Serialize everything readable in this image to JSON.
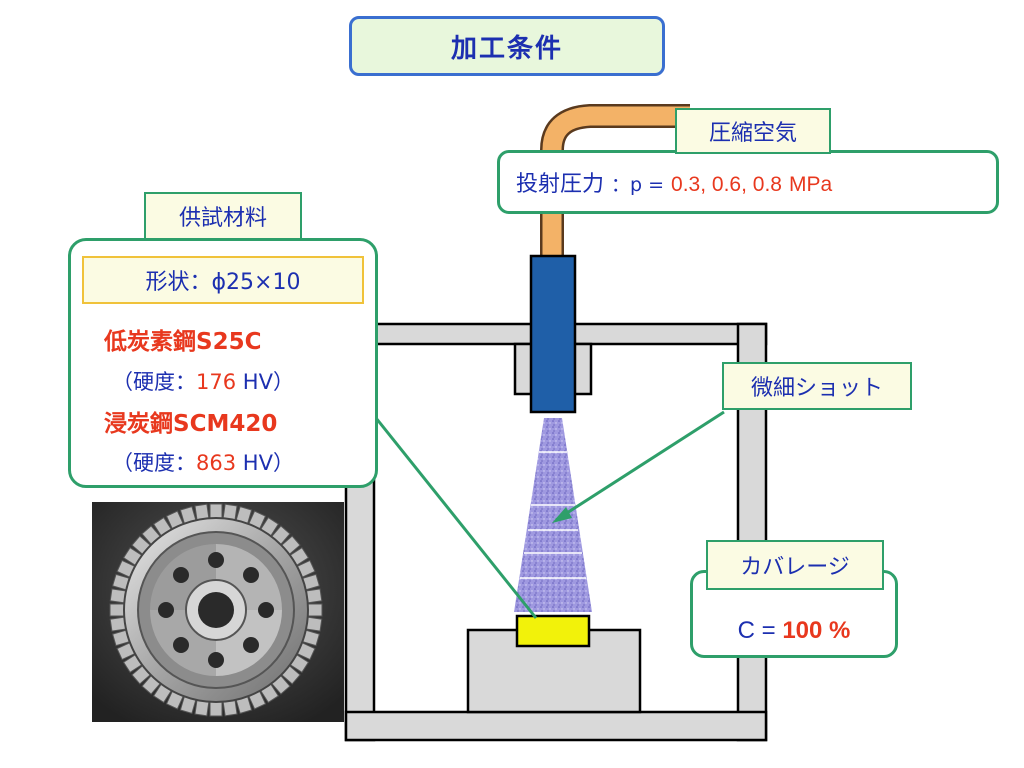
{
  "title": "加工条件",
  "air": {
    "label": "圧縮空気",
    "pressure_label": "投射圧力",
    "pressure_sep": "：p =",
    "pressure_values": "0.3, 0.6, 0.8",
    "pressure_unit": "MPa"
  },
  "material": {
    "label": "供試材料",
    "shape": "形状：ϕ25×10",
    "items": [
      {
        "name": "低炭素鋼S25C",
        "hardness_prefix": "（硬度：",
        "hardness_value": "176",
        "hardness_unit": "HV）"
      },
      {
        "name": "浸炭鋼SCM420",
        "hardness_prefix": "（硬度：",
        "hardness_value": "863",
        "hardness_unit": "HV）"
      }
    ]
  },
  "shot": {
    "label": "微細ショット"
  },
  "coverage": {
    "label": "カバレージ",
    "prefix": "C =",
    "value": "100 %"
  },
  "colors": {
    "accent_blue": "#1c2fb0",
    "accent_red": "#e8381e",
    "callout_green": "#2e9f6a",
    "nozzle_blue": "#1f5fa8",
    "specimen_yellow": "#f2f20a"
  }
}
